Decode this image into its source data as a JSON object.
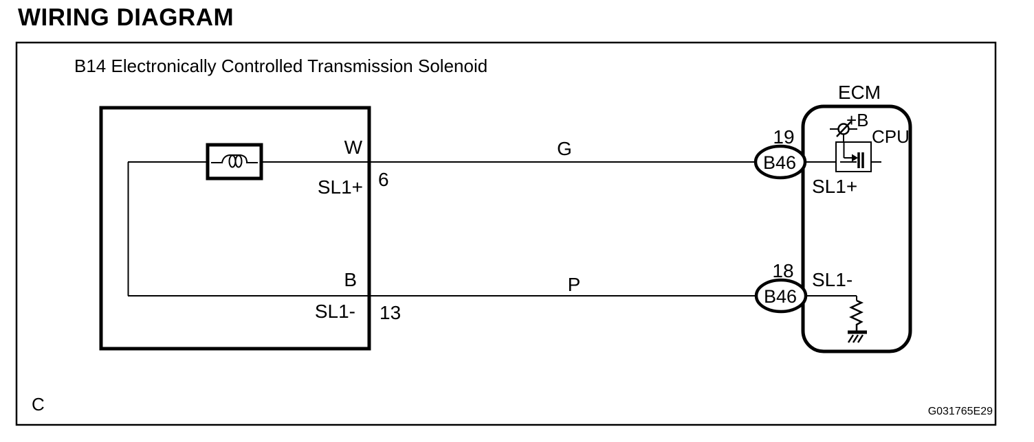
{
  "title": "WIRING DIAGRAM",
  "diagram": {
    "subtitle": "B14 Electronically Controlled Transmission Solenoid",
    "solenoid": {
      "top": {
        "wire": "W",
        "signal": "SL1+",
        "pin": "6"
      },
      "bottom": {
        "wire": "B",
        "signal": "SL1-",
        "pin": "13"
      }
    },
    "harness": {
      "top_wire_color": "G",
      "bottom_wire_color": "P"
    },
    "ecm": {
      "label": "ECM",
      "cpu_label": "CPU",
      "power_label": "+B",
      "top": {
        "pin": "19",
        "connector": "B46",
        "signal": "SL1+"
      },
      "bottom": {
        "pin": "18",
        "connector": "B46",
        "signal": "SL1-"
      }
    },
    "corner_label": "C",
    "figure_code": "G031765E29"
  },
  "colors": {
    "ink": "#000000",
    "paper": "#ffffff"
  }
}
